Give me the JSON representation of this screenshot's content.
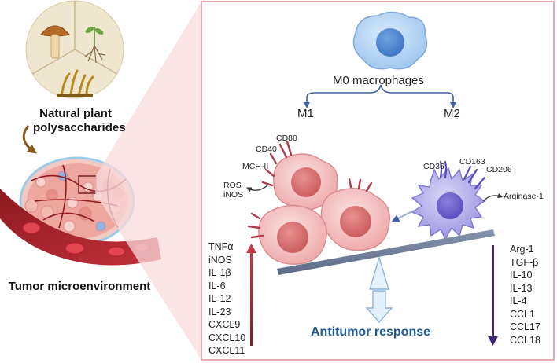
{
  "left": {
    "source_title_line1": "Natural plant",
    "source_title_line2": "polysaccharides",
    "tumor_title": "Tumor microenvironment"
  },
  "panel": {
    "m0_label": "M0 macrophages",
    "m1_label": "M1",
    "m2_label": "M2",
    "m1_markers": [
      "CD80",
      "CD40",
      "MCH-II"
    ],
    "m1_ros_line1": "ROS",
    "m1_ros_line2": "iNOS",
    "m2_markers": [
      "CD36",
      "CD163",
      "CD206"
    ],
    "m2_arginase": "Arginase-1",
    "m1_cytokines": [
      "TNFα",
      "iNOS",
      "IL-1β",
      "IL-6",
      "IL-12",
      "IL-23",
      "CXCL9",
      "CXCL10",
      "CXCL11"
    ],
    "m2_cytokines": [
      "Arg-1",
      "TGF-β",
      "IL-10",
      "IL-13",
      "IL-4",
      "CCL1",
      "CCL17",
      "CCL18"
    ],
    "antitumor_label": "Antitumor response"
  },
  "colors": {
    "panel_border": "#e8a9ad",
    "m1_cell": "#f2b4b4",
    "m2_cell": "#b1aee8",
    "m0_cell": "#a9cdf2",
    "m1_arrow": "#9b2a35",
    "m2_arrow": "#40237a",
    "antitumor_text": "#1f5a94",
    "balance_beam": "#6f7d98"
  }
}
